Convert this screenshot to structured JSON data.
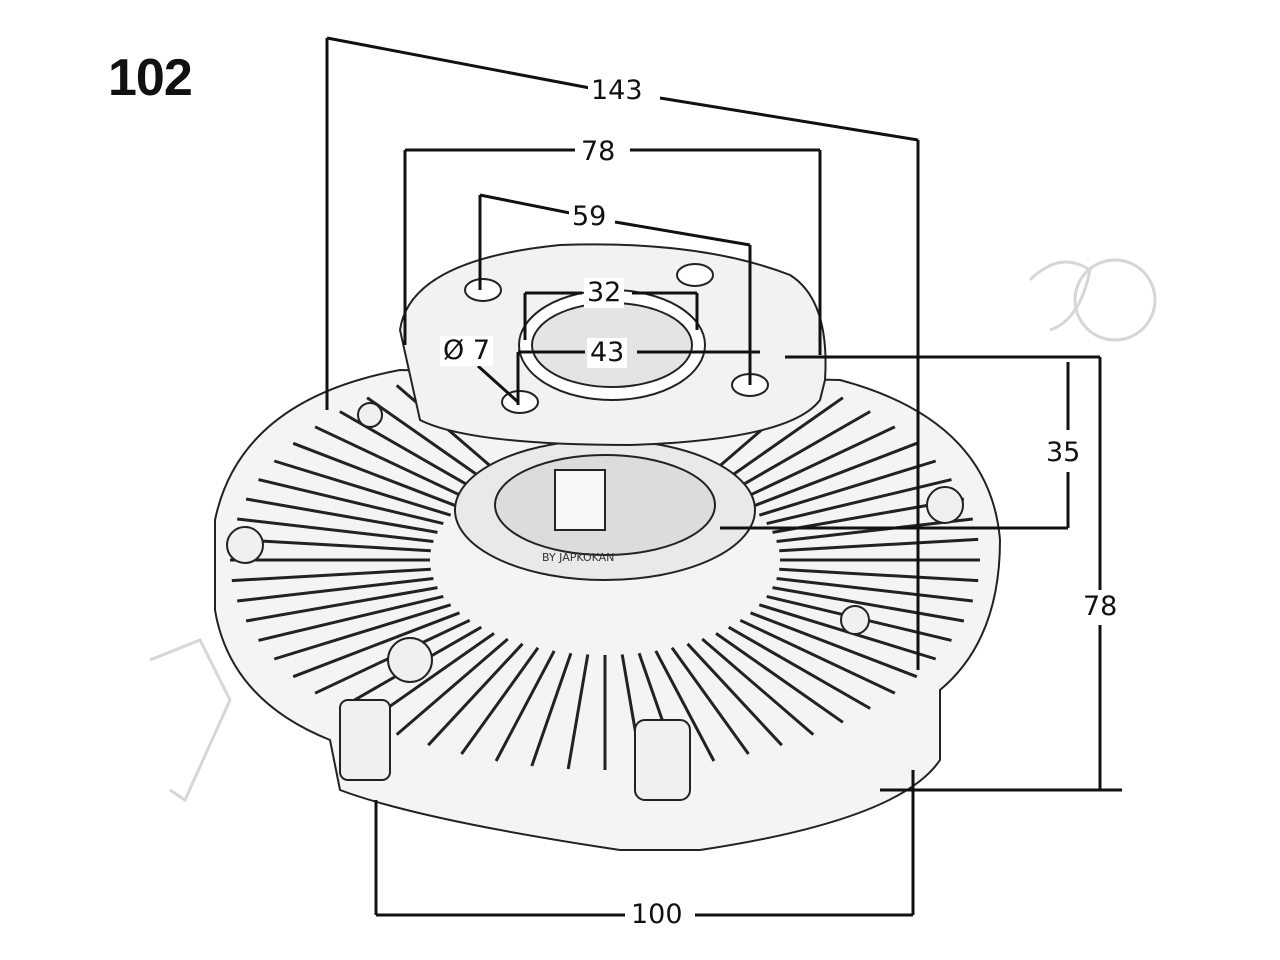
{
  "part_number": "102",
  "caption": "BY JAPKOKAN",
  "watermark": "JAPKO",
  "dimensions": {
    "overall_diameter": "143",
    "bolt_span_outer": "78",
    "bolt_circle": "59",
    "bore": "32",
    "pilot": "43",
    "hole_diameter": "Ø 7",
    "hub_height": "35",
    "total_height": "78",
    "base_width": "100"
  }
}
